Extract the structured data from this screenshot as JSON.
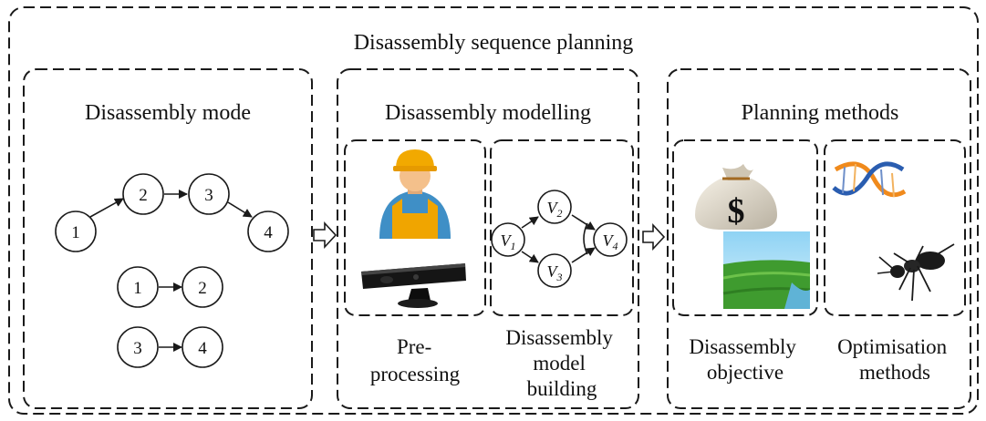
{
  "diagram": {
    "title": "Disassembly sequence planning",
    "mode": {
      "title": "Disassembly mode",
      "seq_nodes": [
        "1",
        "2",
        "3",
        "4"
      ],
      "pair_a": [
        "1",
        "2"
      ],
      "pair_b": [
        "3",
        "4"
      ]
    },
    "modelling": {
      "title": "Disassembly modelling",
      "pre_label": [
        "Pre-",
        "processing"
      ],
      "build_label": [
        "Disassembly",
        "model",
        "building"
      ],
      "graph_nodes": [
        {
          "base": "V",
          "sub": "1"
        },
        {
          "base": "V",
          "sub": "2"
        },
        {
          "base": "V",
          "sub": "3"
        },
        {
          "base": "V",
          "sub": "4"
        }
      ],
      "dollar_sign": "$"
    },
    "methods": {
      "title": "Planning methods",
      "objective_label": [
        "Disassembly",
        "objective"
      ],
      "optimisation_label": [
        "Optimisation",
        "methods"
      ]
    }
  },
  "colors": {
    "line": "#1a1a1a",
    "worker_shirt": "#3f8fc6",
    "worker_overalls": "#f0a500",
    "worker_skin": "#f4c08b",
    "helmet": "#f2a900",
    "sky": "#8fd3f4",
    "field": "#3f9b2f",
    "dna_blue": "#2a5db0",
    "dna_orange": "#f08a1c"
  },
  "icons": [
    "worker-icon",
    "kinect-sensor-icon",
    "money-bag-icon",
    "green-field-icon",
    "dna-helix-icon",
    "ant-icon"
  ]
}
